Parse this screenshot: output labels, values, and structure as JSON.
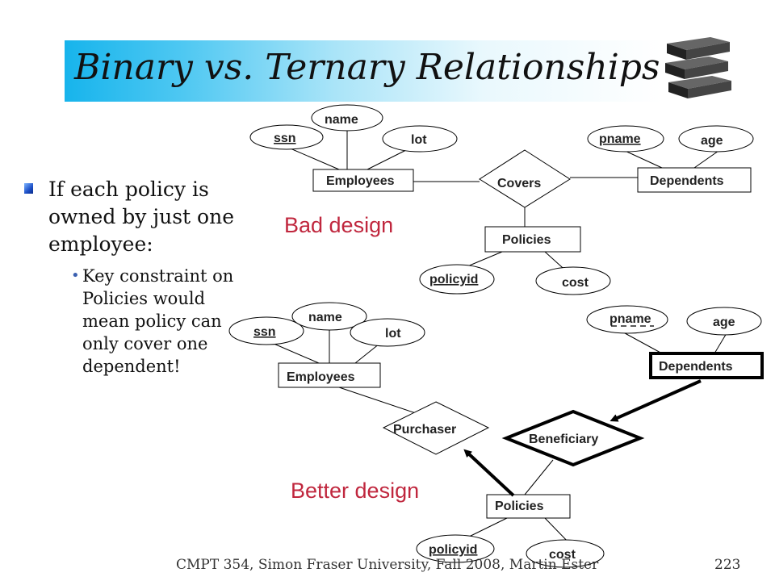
{
  "title": "Binary vs. Ternary Relationships",
  "bullet": "If each policy is owned by just one employee:",
  "sub_bullet": "Key constraint on Policies would mean policy can only cover one dependent!",
  "footer": {
    "left": "CMPT 354, Simon Fraser University, Fall 2008, Martin Ester",
    "page": "223"
  },
  "top_diagram": {
    "caption": "Bad design",
    "employees": "Employees",
    "ssn": "ssn",
    "name": "name",
    "lot": "lot",
    "covers": "Covers",
    "dependents": "Dependents",
    "pname": "pname",
    "age": "age",
    "policies": "Policies",
    "policyid": "policyid",
    "cost": "cost"
  },
  "bottom_diagram": {
    "caption": "Better design",
    "employees": "Employees",
    "ssn": "ssn",
    "name": "name",
    "lot": "lot",
    "purchaser": "Purchaser",
    "beneficiary": "Beneficiary",
    "dependents": "Dependents",
    "pname": "pname",
    "age": "age",
    "policies": "Policies",
    "policyid": "policyid",
    "cost": "cost"
  },
  "colors": {
    "caption": "#c0273e",
    "title_band": "#17b4ec"
  }
}
